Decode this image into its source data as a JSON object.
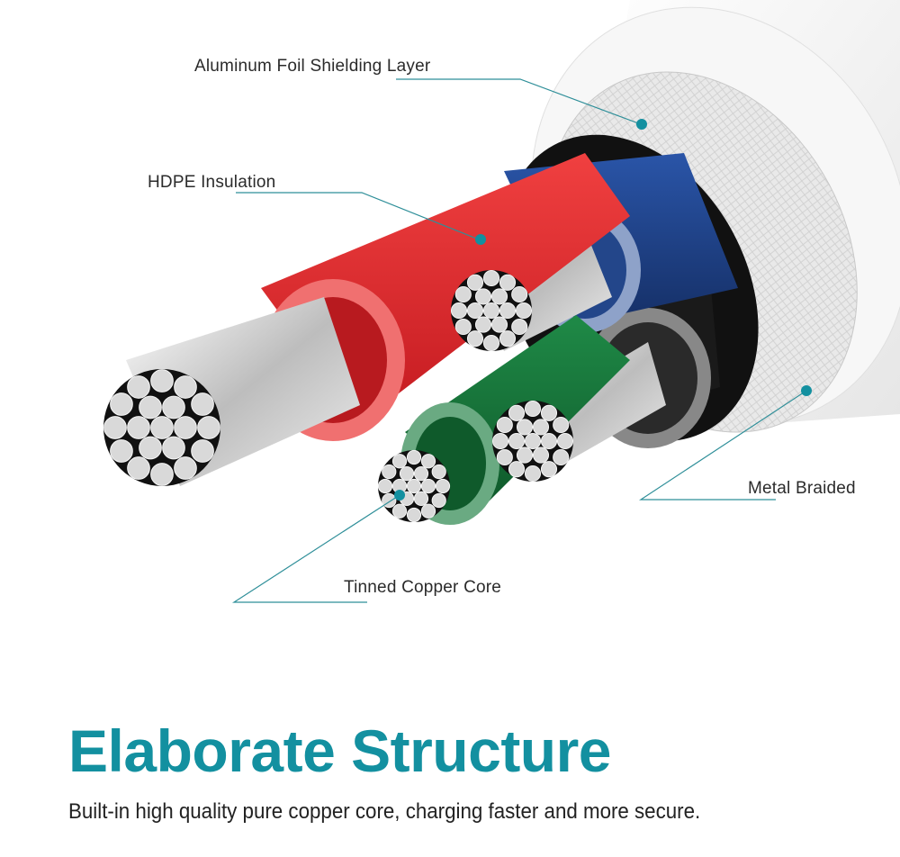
{
  "colors": {
    "accent": "#1390a0",
    "callout_line": "#2f8f99",
    "jacket": "#f2f2f2",
    "red_insulation": "#e3262b",
    "blue_insulation": "#1d3f85",
    "green_insulation": "#17743a",
    "black_insulation": "#1a1a1a",
    "strand": "#d6d6d6"
  },
  "callouts": [
    {
      "id": "foil",
      "label": "Aluminum Foil Shielding Layer"
    },
    {
      "id": "insulation",
      "label": "HDPE Insulation"
    },
    {
      "id": "braid",
      "label": "Metal Braided"
    },
    {
      "id": "core",
      "label": "Tinned Copper Core"
    }
  ],
  "headline": "Elaborate Structure",
  "subtext": "Built-in high quality pure copper core, charging faster and more secure."
}
